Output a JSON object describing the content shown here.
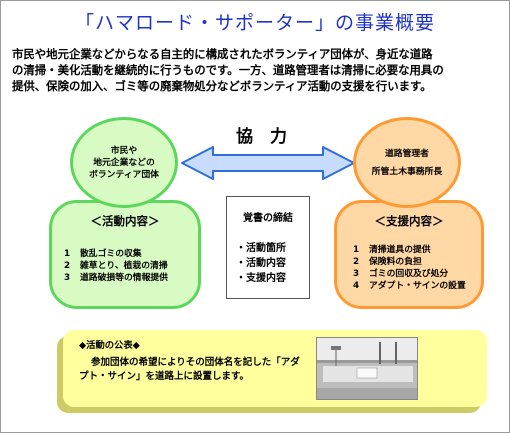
{
  "title": "「ハマロード・サポーター」の事業概要",
  "intro": {
    "lines": [
      "市民や地元企業などからなる自主的に構成されたボランティア団体が、身近な道路",
      "の清掃・美化活動を継続的に行うものです。一方、道路管理者は清掃に必要な用具の",
      "提供、保険の加入、ゴミ等の廃棄物処分などボランティア活動の支援を行います。"
    ]
  },
  "cooperation_label": "協力",
  "left": {
    "circle_lines": [
      "市民や",
      "地元企業などの",
      "ボランティア団体"
    ],
    "heading": "＜活動内容＞",
    "items": [
      {
        "num": "1",
        "text": "散乱ゴミの収集"
      },
      {
        "num": "2",
        "text": "雑草とり、植栽の清掃"
      },
      {
        "num": "3",
        "text": "道路破損等の情報提供"
      }
    ]
  },
  "agreement": {
    "heading": "覚書の締結",
    "items": [
      "・活動箇所",
      "・活動内容",
      "・支援内容"
    ]
  },
  "right": {
    "circle_lines": [
      "道路管理者",
      "所管土木事務所長"
    ],
    "heading": "＜支援内容＞",
    "items": [
      {
        "num": "1",
        "text": "清掃道具の提供"
      },
      {
        "num": "2",
        "text": "保険料の負担"
      },
      {
        "num": "3",
        "text": "ゴミの回収及び処分"
      },
      {
        "num": "4",
        "text": "アダプト・サインの設置"
      }
    ]
  },
  "publication": {
    "heading": "◆活動の公表◆",
    "text": "参加団体の希望によりその団体名を記した「アダプト・サイン」を道路上に設置します。"
  },
  "colors": {
    "title": "#1f33c8",
    "green_fill": "#d8fbc3",
    "green_border": "#5bd85b",
    "orange_fill": "#ffd8a6",
    "orange_border": "#ff9a33",
    "arrow_fill": "#c8dcff",
    "arrow_border": "#2f6fd8",
    "publication_fill": "#ffff9e"
  }
}
